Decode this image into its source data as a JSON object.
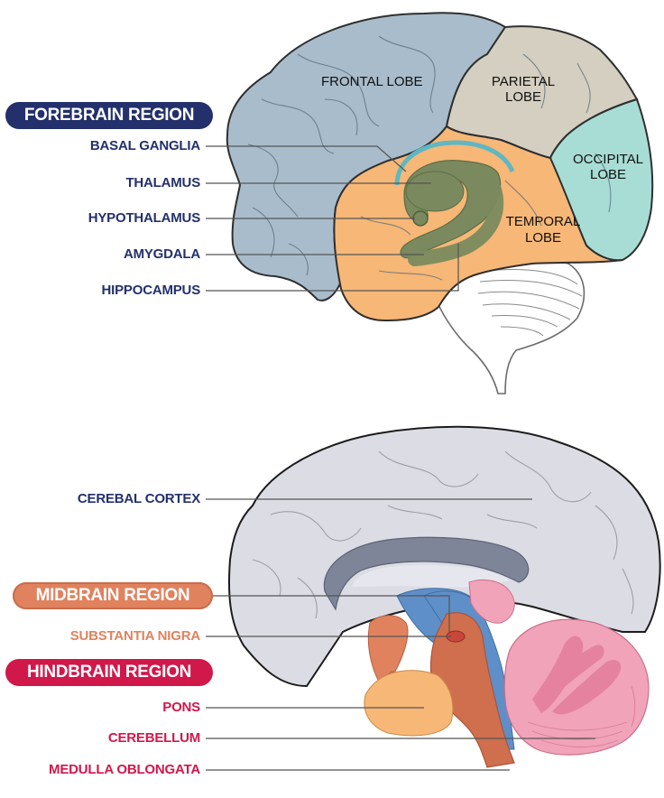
{
  "regions": {
    "forebrain": "FOREBRAIN REGION",
    "midbrain": "MIDBRAIN REGION",
    "hindbrain": "HINDBRAIN REGION"
  },
  "lobes": {
    "frontal": "FRONTAL LOBE",
    "parietal_1": "PARIETAL",
    "parietal_2": "LOBE",
    "occipital_1": "OCCIPITAL",
    "occipital_2": "LOBE",
    "temporal_1": "TEMPORAL",
    "temporal_2": "LOBE"
  },
  "forebrain_labels": {
    "basal_ganglia": "BASAL GANGLIA",
    "thalamus": "THALAMUS",
    "hypothalamus": "HYPOTHALAMUS",
    "amygdala": "AMYGDALA",
    "hippocampus": "HIPPOCAMPUS"
  },
  "midbrain_labels": {
    "cerebral_cortex": "CEREBAL CORTEX",
    "substantia_nigra": "SUBSTANTIA NIGRA"
  },
  "hindbrain_labels": {
    "pons": "PONS",
    "cerebellum": "CEREBELLUM",
    "medulla": "MEDULLA OBLONGATA"
  },
  "colors": {
    "forebrain": "#23306b",
    "midbrain": "#e0825e",
    "hindbrain": "#d1184a",
    "frontal": "#a9bccb",
    "parietal": "#d4cfc1",
    "occipital": "#a7ddd5",
    "temporal": "#f6b777",
    "limbic": "#7a8a5e",
    "cortex": "#dcdde4",
    "cerebellum": "#f0a3b9",
    "brainstem": "#cf6f4d",
    "ventricle": "#5f8fc8"
  }
}
